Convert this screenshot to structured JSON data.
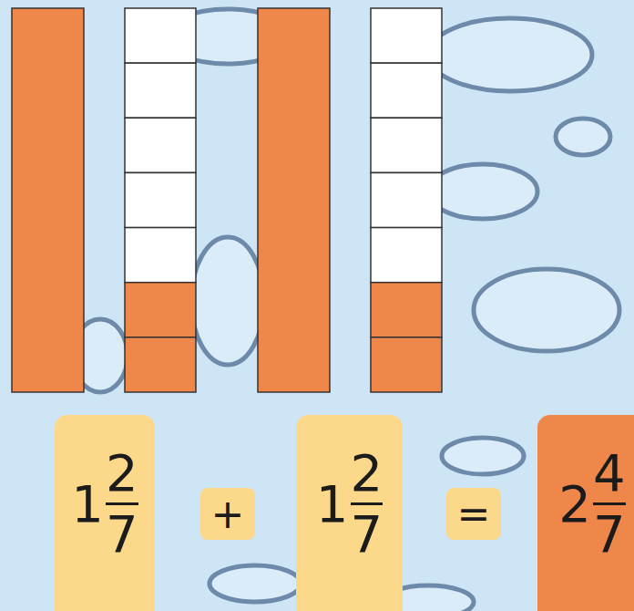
{
  "diagram": {
    "nodes": [
      {
        "text": [
          "1",
          "2",
          "7"
        ]
      },
      {
        "text": [
          "+"
        ]
      },
      {
        "text": [
          "1",
          "2",
          "7"
        ]
      },
      {
        "text": [
          "="
        ]
      },
      {
        "text": [
          "2",
          "4",
          "7"
        ]
      }
    ]
  }
}
